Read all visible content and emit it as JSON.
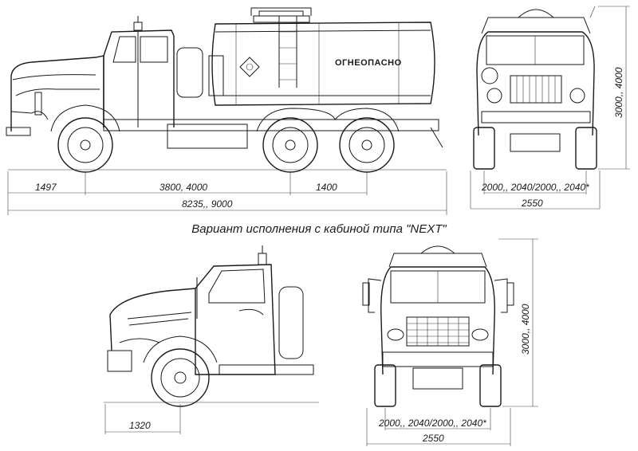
{
  "tank_label": "ОГНЕОПАСНО",
  "caption": "Вариант исполнения с кабиной типа \"NEXT\"",
  "dimensions": {
    "front_overhang": "1497",
    "wheelbase": "3800, 4000",
    "rear_axle_spacing": "1400",
    "overall_length": "8235,, 9000",
    "height_top": "3000,, 4000",
    "track_top": "2000,, 2040/2000,, 2040*",
    "width_top": "2550",
    "next_front_overhang": "1320",
    "height_next": "3000,, 4000",
    "track_next": "2000,, 2040/2000,, 2040*",
    "width_next": "2550"
  },
  "colors": {
    "line": "#1a1a1a",
    "background": "#ffffff"
  }
}
